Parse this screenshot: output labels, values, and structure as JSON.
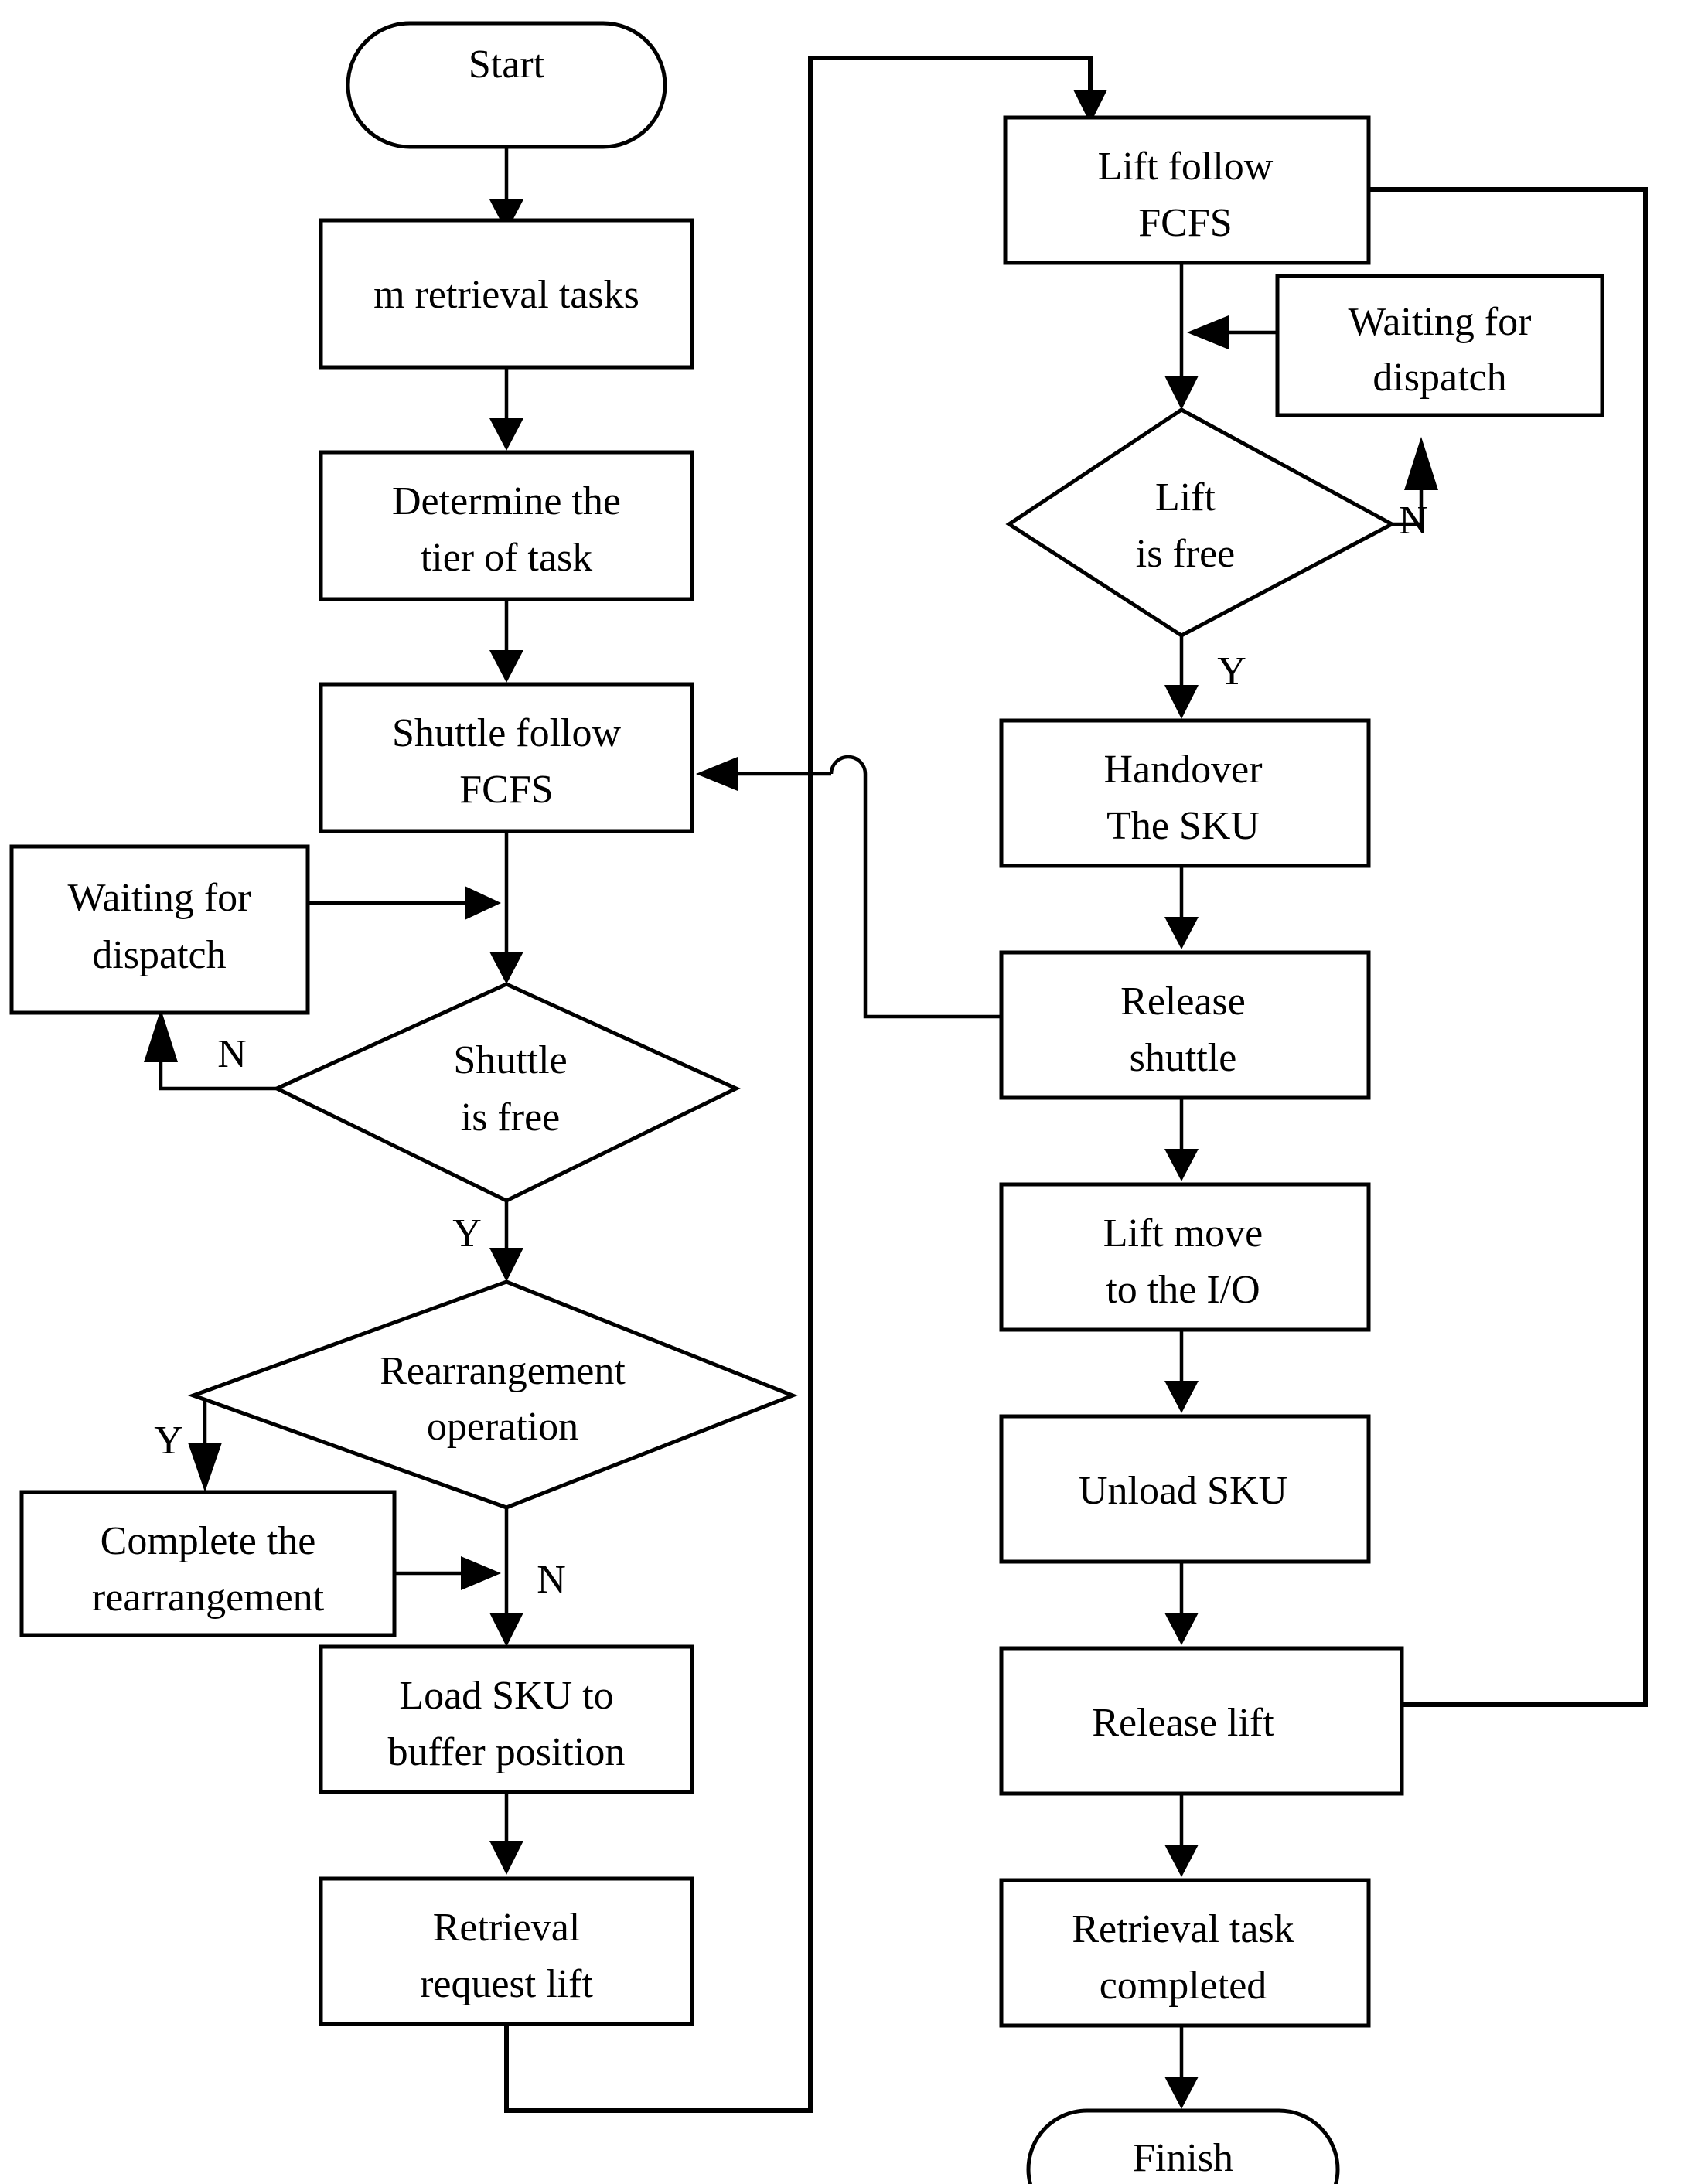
{
  "diagram": {
    "title": "Retrieval task flowchart",
    "colors": {
      "stroke": "#000000",
      "fill": "#ffffff",
      "text": "#000000"
    },
    "nodes": {
      "start": {
        "label": "Start",
        "shape": "terminator"
      },
      "m_retrieval": {
        "label_italic": "m",
        "label_rest": " retrieval tasks",
        "shape": "process"
      },
      "determine_tier": {
        "line1": "Determine the",
        "line2": "tier of task",
        "shape": "process"
      },
      "shuttle_fcfs": {
        "line1": "Shuttle follow",
        "line2": "FCFS",
        "shape": "process"
      },
      "waiting_left": {
        "line1": "Waiting for",
        "line2": "dispatch",
        "shape": "process"
      },
      "shuttle_free": {
        "line1": "Shuttle",
        "line2": "is free",
        "shape": "decision"
      },
      "rearrangement": {
        "line1": "Rearrangement",
        "line2": "operation",
        "shape": "decision"
      },
      "complete_rearr": {
        "line1": "Complete the",
        "line2": "rearrangement",
        "shape": "process"
      },
      "load_sku": {
        "line1": "Load SKU to",
        "line2": "buffer position",
        "shape": "process"
      },
      "retrieval_req": {
        "line1": "Retrieval",
        "line2": "request lift",
        "shape": "process"
      },
      "lift_fcfs": {
        "line1": "Lift follow",
        "line2": "FCFS",
        "shape": "process"
      },
      "waiting_right": {
        "line1": "Waiting for",
        "line2": "dispatch",
        "shape": "process"
      },
      "lift_free": {
        "line1": "Lift",
        "line2": "is free",
        "shape": "decision"
      },
      "handover": {
        "line1": "Handover",
        "line2": "The SKU",
        "shape": "process"
      },
      "release_shuttle": {
        "line1": "Release",
        "line2": "shuttle",
        "shape": "process"
      },
      "lift_move": {
        "line1": "Lift move",
        "line2": "to the I/O",
        "shape": "process"
      },
      "unload_sku": {
        "label": "Unload SKU",
        "shape": "process"
      },
      "release_lift": {
        "label": "Release lift",
        "shape": "process"
      },
      "task_completed": {
        "line1": "Retrieval task",
        "line2": "completed",
        "shape": "process"
      },
      "finish": {
        "label": "Finish",
        "shape": "terminator"
      }
    },
    "branch_labels": {
      "shuttle_free_no": "N",
      "shuttle_free_yes": "Y",
      "rearrangement_yes": "Y",
      "rearrangement_no": "N",
      "lift_free_no": "N",
      "lift_free_yes": "Y"
    }
  }
}
